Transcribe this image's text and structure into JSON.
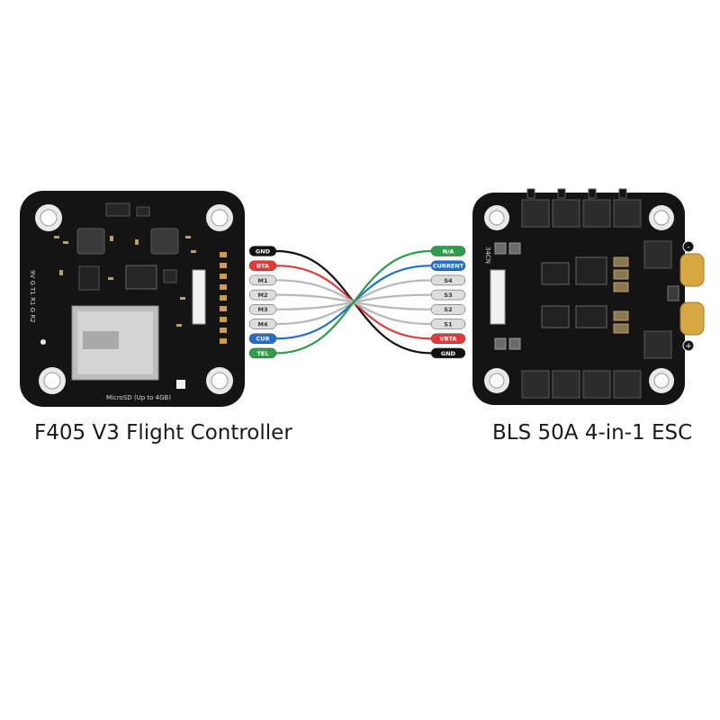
{
  "fc": {
    "title": "F405 V3 Flight Controller",
    "sd_label": "MicroSD (Up to 4GB)",
    "pins": [
      {
        "label": "GND",
        "fill": "#111111",
        "text": "#ffffff",
        "wire": "#111111"
      },
      {
        "label": "BTA",
        "fill": "#e53935",
        "text": "#ffffff",
        "wire": "#e53935"
      },
      {
        "label": "M1",
        "fill": "#dddddd",
        "text": "#333333",
        "wire": "#b8b8b8"
      },
      {
        "label": "M2",
        "fill": "#dddddd",
        "text": "#333333",
        "wire": "#b8b8b8"
      },
      {
        "label": "M3",
        "fill": "#dddddd",
        "text": "#333333",
        "wire": "#b8b8b8"
      },
      {
        "label": "M4",
        "fill": "#dddddd",
        "text": "#333333",
        "wire": "#b8b8b8"
      },
      {
        "label": "CUR",
        "fill": "#1e6fd0",
        "text": "#ffffff",
        "wire": "#1e6fd0"
      },
      {
        "label": "TEL",
        "fill": "#2e9e4a",
        "text": "#ffffff",
        "wire": "#2e9e4a"
      }
    ]
  },
  "esc": {
    "title": "BLS 50A 4-in-1 ESC",
    "pins": [
      {
        "label": "N/A",
        "fill": "#2e9e4a",
        "text": "#ffffff"
      },
      {
        "label": "CURRENT",
        "fill": "#1e6fd0",
        "text": "#ffffff"
      },
      {
        "label": "S4",
        "fill": "#dddddd",
        "text": "#333333"
      },
      {
        "label": "S3",
        "fill": "#dddddd",
        "text": "#333333"
      },
      {
        "label": "S2",
        "fill": "#dddddd",
        "text": "#333333"
      },
      {
        "label": "S1",
        "fill": "#dddddd",
        "text": "#333333"
      },
      {
        "label": "VBTA",
        "fill": "#e53935",
        "text": "#ffffff"
      },
      {
        "label": "GND",
        "fill": "#111111",
        "text": "#ffffff"
      }
    ],
    "pad_labels": [
      "-",
      "+"
    ]
  },
  "wiring": [
    {
      "from": 0,
      "to": 7
    },
    {
      "from": 1,
      "to": 6
    },
    {
      "from": 2,
      "to": 5
    },
    {
      "from": 3,
      "to": 4
    },
    {
      "from": 4,
      "to": 3
    },
    {
      "from": 5,
      "to": 2
    },
    {
      "from": 6,
      "to": 1
    },
    {
      "from": 7,
      "to": 0
    }
  ]
}
